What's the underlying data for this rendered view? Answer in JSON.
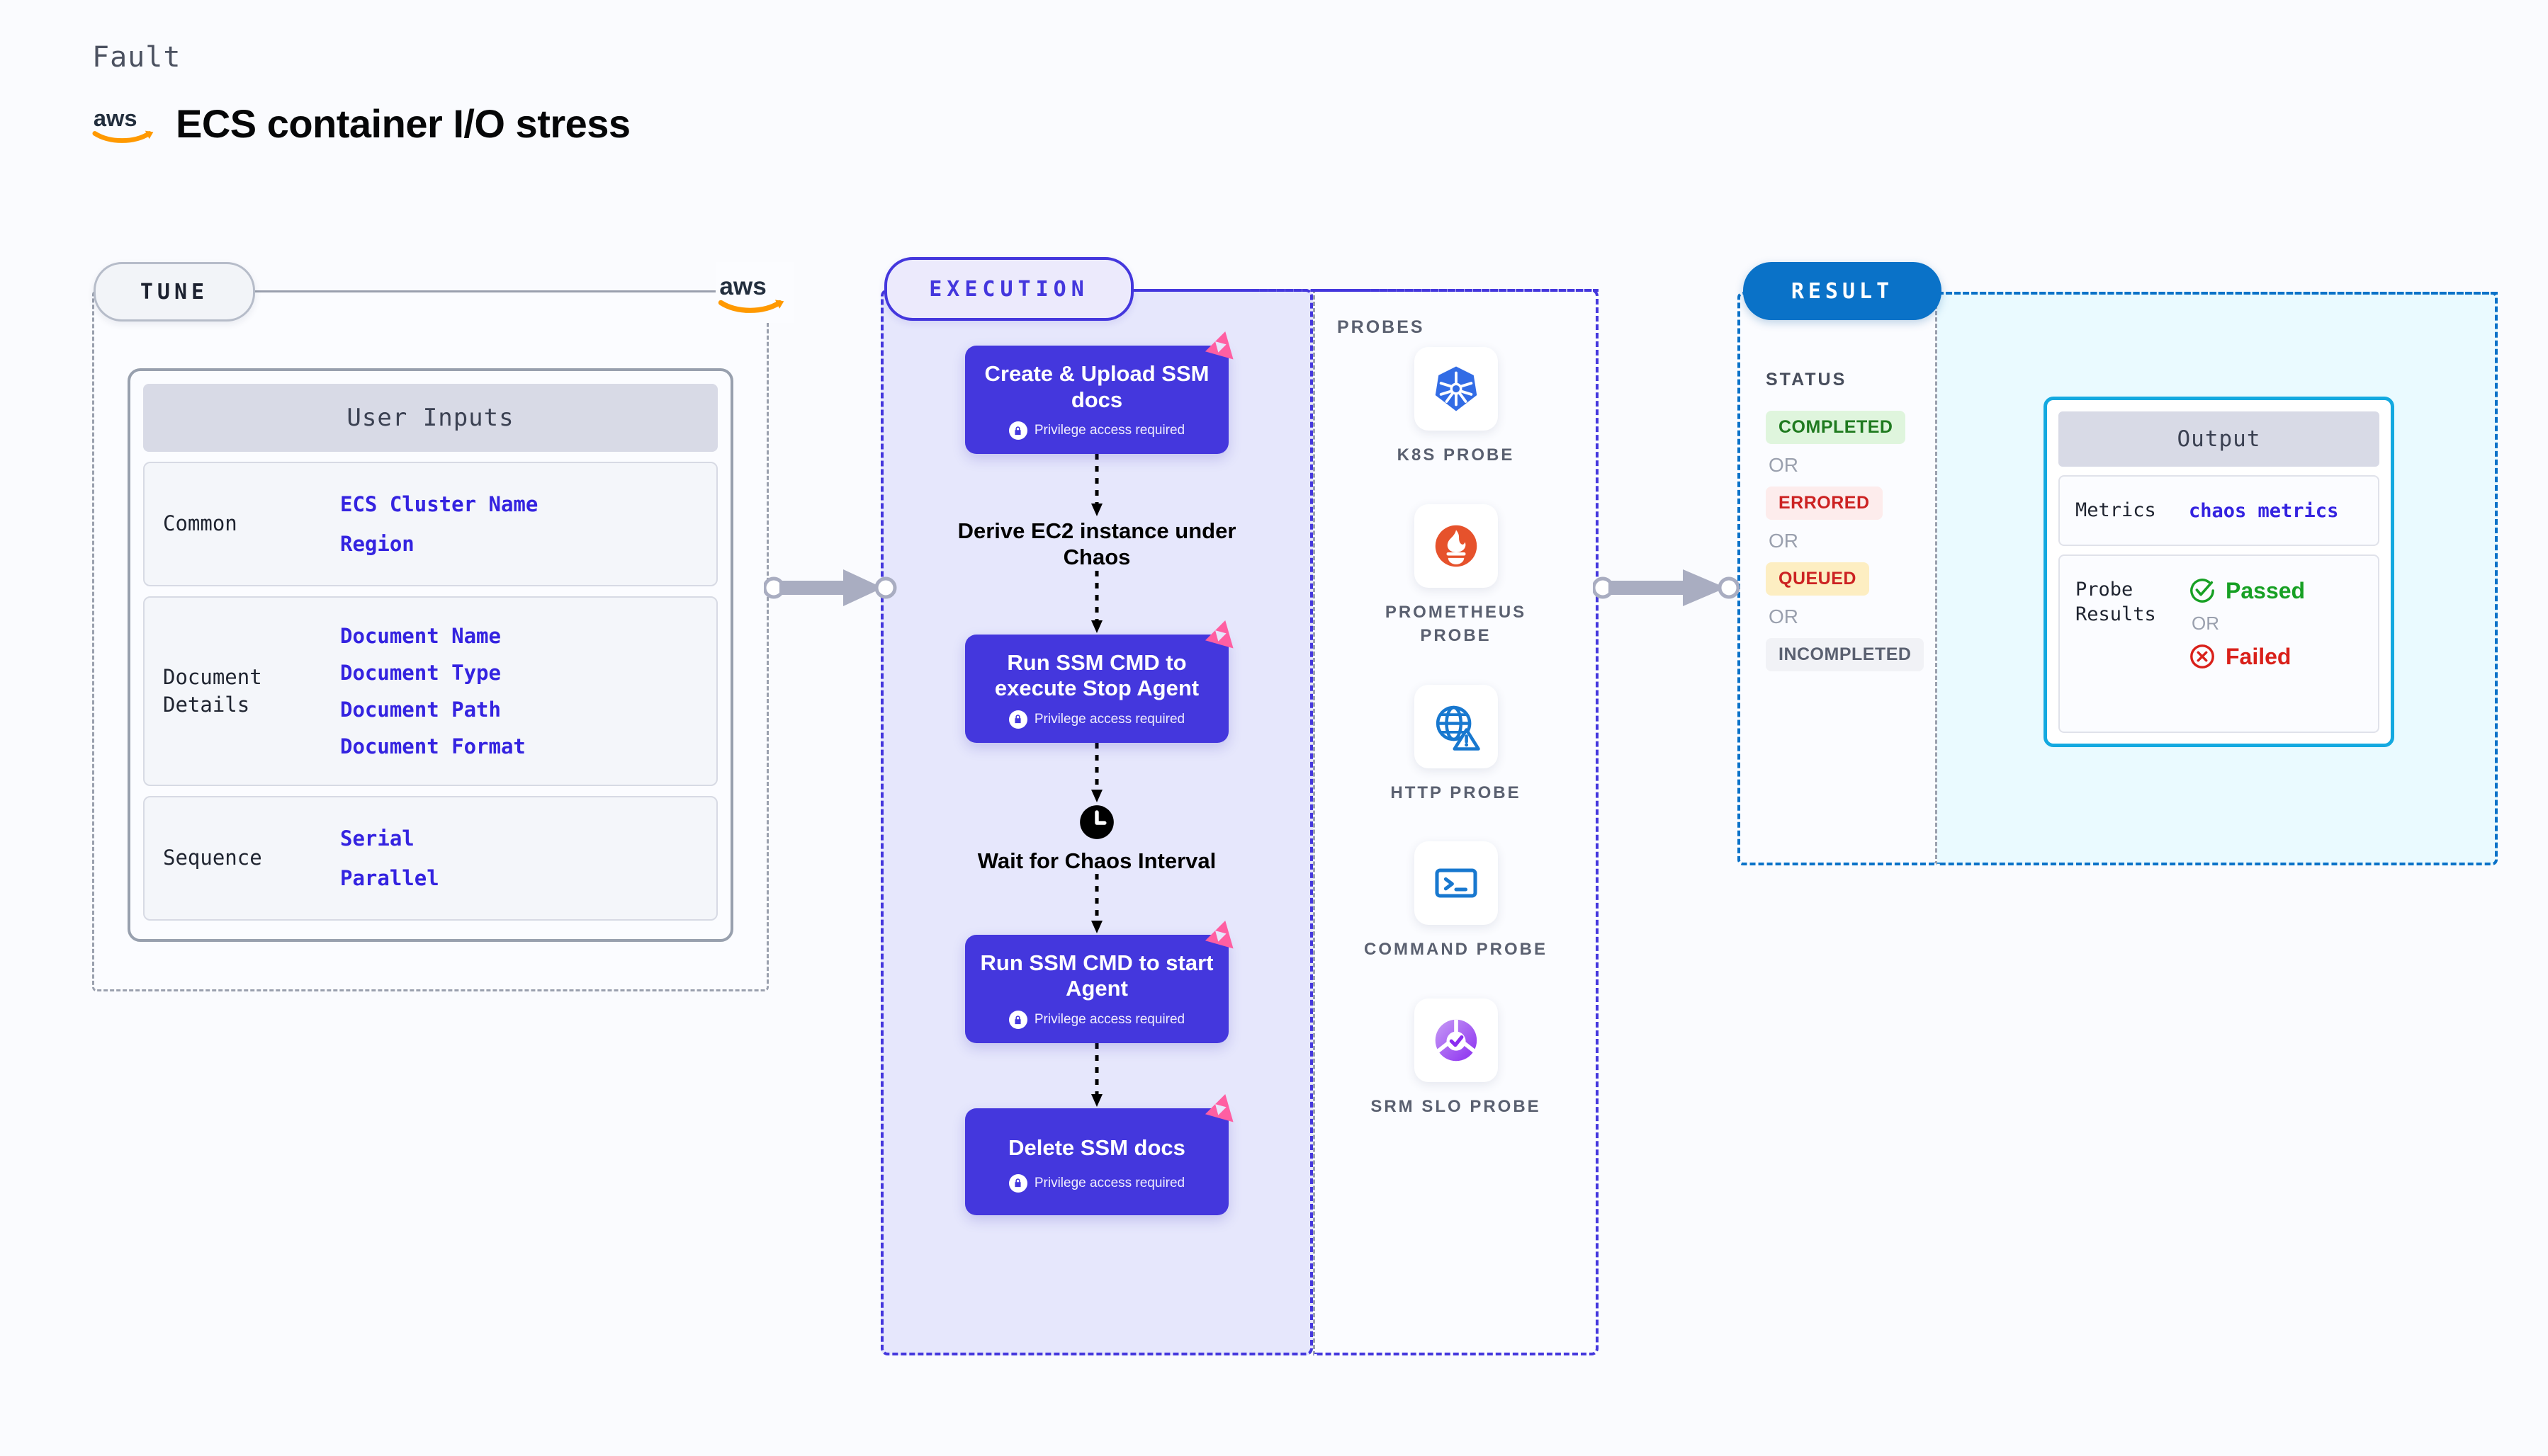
{
  "header": {
    "kicker": "Fault",
    "title": "ECS container I/O stress",
    "logo_icon": "aws-logo"
  },
  "colors": {
    "background": "#fafbfe",
    "tune_border": "#9aa0ae",
    "execution_accent": "#4437dd",
    "execution_fill": "#e6e7fc",
    "result_accent": "#0a72c8",
    "output_accent": "#14a9e0",
    "output_fill": "#eafaff",
    "value_text": "#3423e0",
    "badge_pink": "#ff5fa2"
  },
  "tune": {
    "pill_label": "TUNE",
    "logo_icon": "aws-logo",
    "card_title": "User Inputs",
    "groups": [
      {
        "label": "Common",
        "values": [
          "ECS Cluster Name",
          "Region"
        ]
      },
      {
        "label": "Document\nDetails",
        "values": [
          "Document Name",
          "Document Type",
          "Document Path",
          "Document Format"
        ]
      },
      {
        "label": "Sequence",
        "values": [
          "Serial",
          "Parallel"
        ]
      }
    ]
  },
  "execution": {
    "pill_label": "EXECUTION",
    "privilege_note": "Privilege access required",
    "lock_icon": "lock-icon",
    "badge_icon": "litmus-logo",
    "steps": [
      {
        "type": "card",
        "title": "Create & Upload SSM docs",
        "privileged": true
      },
      {
        "type": "plain",
        "title": "Derive EC2 instance under Chaos",
        "icon": ""
      },
      {
        "type": "card",
        "title": "Run SSM CMD to execute Stop Agent",
        "privileged": true
      },
      {
        "type": "plain",
        "title": "Wait for Chaos Interval",
        "icon": "clock-icon"
      },
      {
        "type": "card",
        "title": "Run SSM CMD to start Agent",
        "privileged": true
      },
      {
        "type": "card",
        "title": "Delete SSM docs",
        "privileged": true
      }
    ]
  },
  "probes": {
    "caption": "PROBES",
    "items": [
      {
        "label": "K8S PROBE",
        "icon": "kubernetes-icon"
      },
      {
        "label": "PROMETHEUS PROBE",
        "icon": "prometheus-icon"
      },
      {
        "label": "HTTP PROBE",
        "icon": "http-globe-icon"
      },
      {
        "label": "COMMAND PROBE",
        "icon": "terminal-icon"
      },
      {
        "label": "SRM SLO PROBE",
        "icon": "srm-slo-icon"
      }
    ]
  },
  "result": {
    "pill_label": "RESULT",
    "status_caption": "STATUS",
    "or_label": "OR",
    "statuses": [
      {
        "label": "COMPLETED",
        "bg": "#dff5dd",
        "fg": "#1f7a1f"
      },
      {
        "label": "ERRORED",
        "bg": "#fdecec",
        "fg": "#cc2222"
      },
      {
        "label": "QUEUED",
        "bg": "#fdeec2",
        "fg": "#cc2222"
      },
      {
        "label": "INCOMPLETED",
        "bg": "#f1f2f6",
        "fg": "#5a6070"
      }
    ]
  },
  "output": {
    "card_title": "Output",
    "metrics_label": "Metrics",
    "metrics_value": "chaos metrics",
    "probe_results_label": "Probe\nResults",
    "passed_label": "Passed",
    "failed_label": "Failed",
    "or_label": "OR",
    "passed_icon": "check-circle-icon",
    "failed_icon": "x-circle-icon"
  }
}
